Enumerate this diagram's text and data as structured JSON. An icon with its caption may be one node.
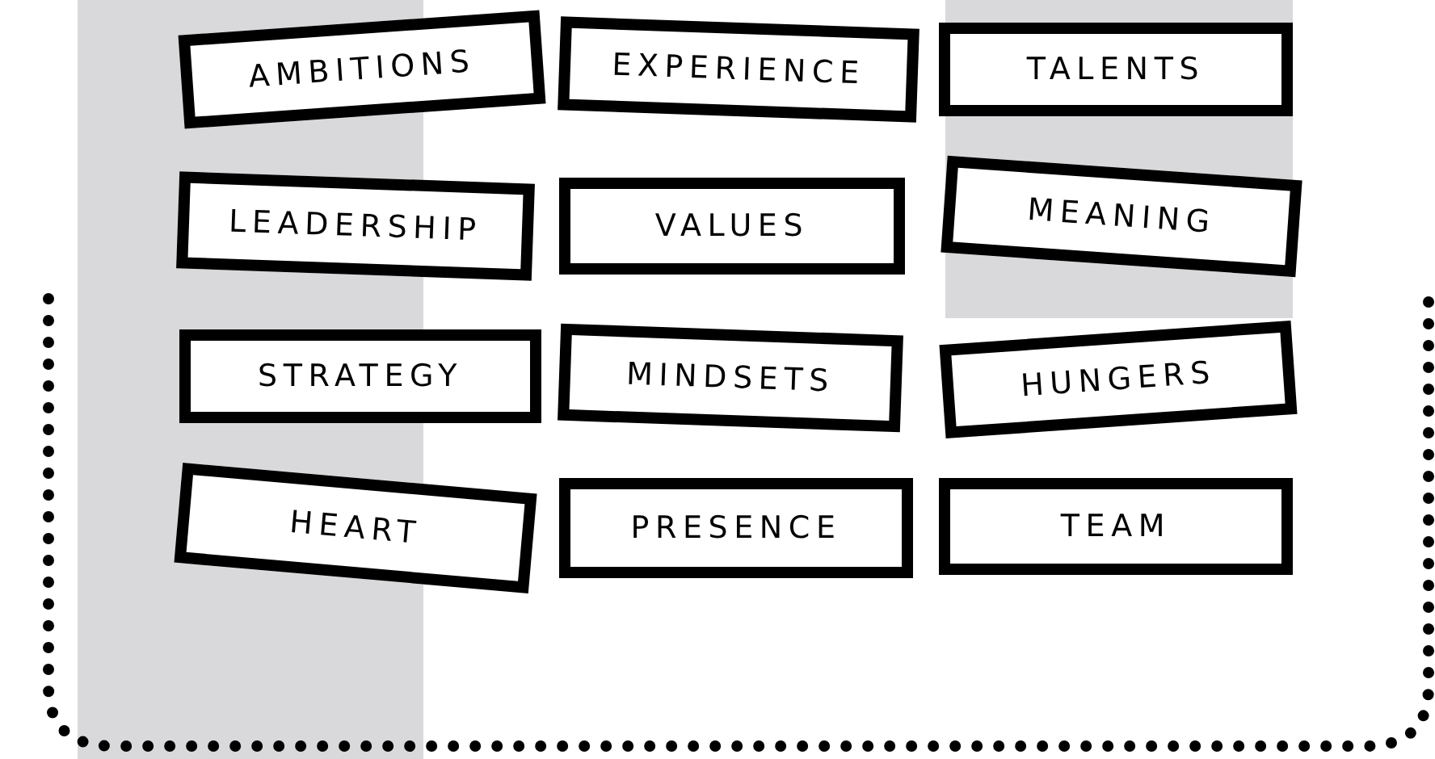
{
  "diagram": {
    "nodes": [
      {
        "text": [
          "AMBITIONS"
        ]
      },
      {
        "text": [
          "EXPERIENCE"
        ]
      },
      {
        "text": [
          "TALENTS"
        ]
      },
      {
        "text": [
          "LEADERSHIP"
        ]
      },
      {
        "text": [
          "VALUES"
        ]
      },
      {
        "text": [
          "MEANING"
        ]
      },
      {
        "text": [
          "STRATEGY"
        ]
      },
      {
        "text": [
          "MINDSETS"
        ]
      },
      {
        "text": [
          "HUNGERS"
        ]
      },
      {
        "text": [
          "HEART"
        ]
      },
      {
        "text": [
          "PRESENCE"
        ]
      },
      {
        "text": [
          "TEAM"
        ]
      }
    ]
  }
}
